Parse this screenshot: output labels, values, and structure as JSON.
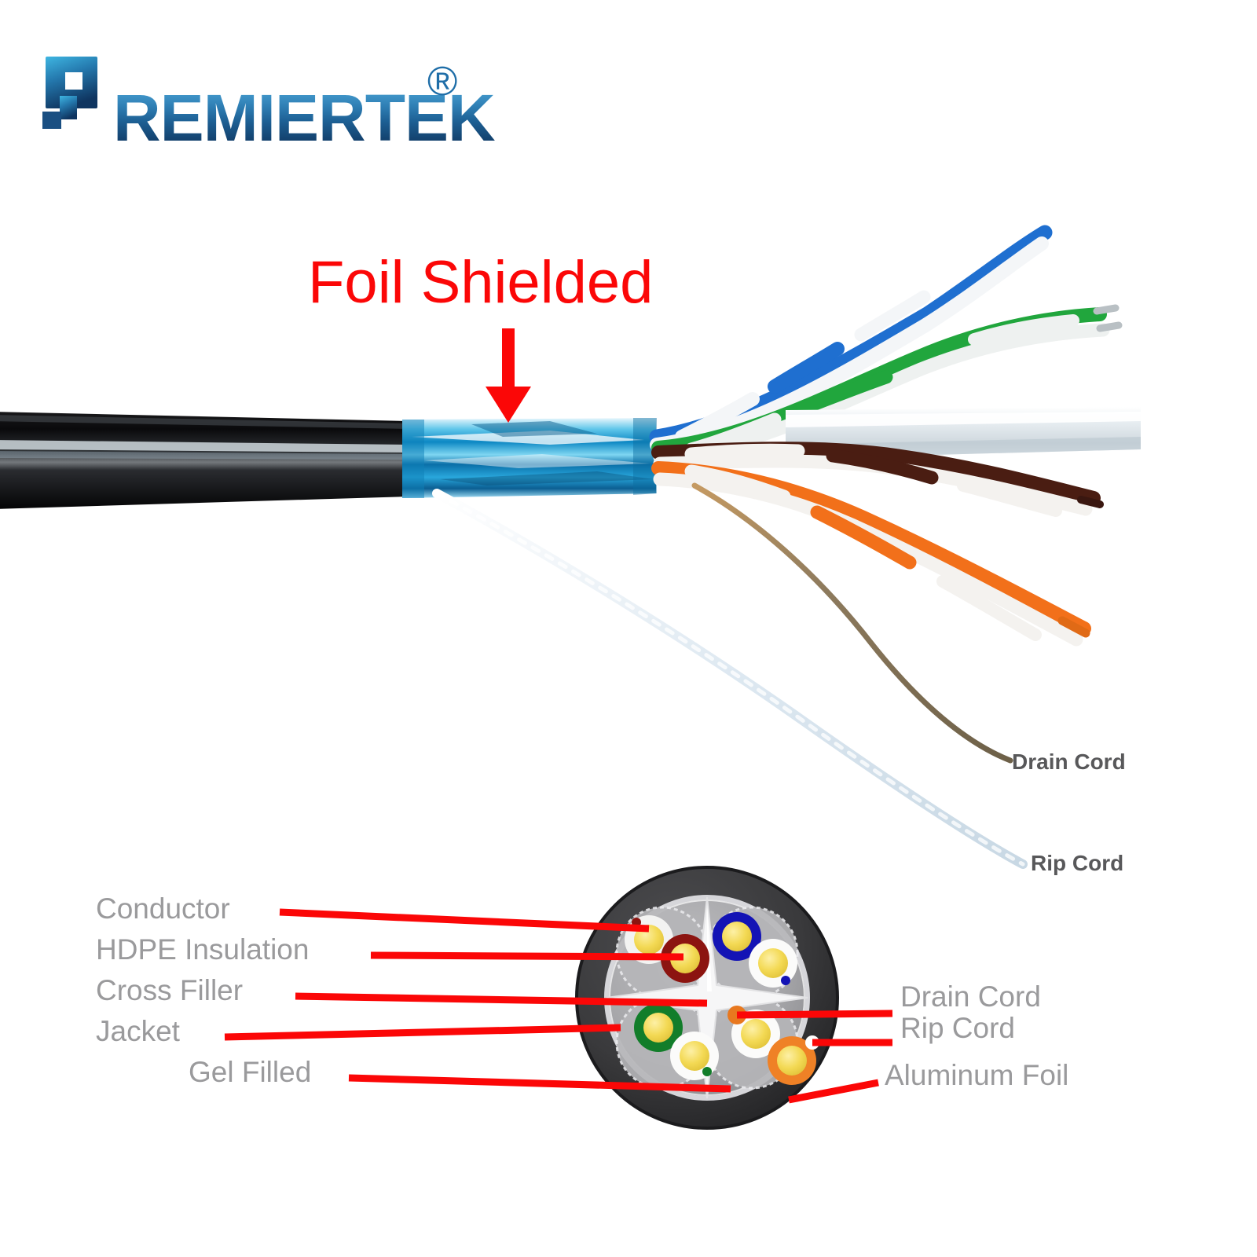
{
  "brand": {
    "mark_name": "premiertek-p-mark",
    "wordmark": "REMIERTEK",
    "registered_symbol": "®",
    "colors": {
      "logo_light": "#4ea8d8",
      "logo_dark": "#123f6b"
    }
  },
  "headline": {
    "text": "Foil Shielded",
    "color": "#fb0707",
    "arrow": "down-arrow"
  },
  "photo": {
    "description": "Cut-away photograph of a gel-filled foil shielded Cat cable",
    "labels": [
      {
        "id": "drain-cord",
        "text": "Drain Cord"
      },
      {
        "id": "rip-cord",
        "text": "Rip Cord"
      }
    ],
    "parts": {
      "jacket_color": "#050506",
      "foil_color": "#12a5dd",
      "separator_color": "#d8dee3",
      "drain_cord_color": "#8d7a5d",
      "rip_cord_color": "#dfeaf2",
      "pairs": [
        {
          "name": "blue-pair",
          "color": "#1f6fd0",
          "mate": "#f2f4f6"
        },
        {
          "name": "green-pair",
          "color": "#21a63d",
          "mate": "#eef1f0"
        },
        {
          "name": "brown-pair",
          "color": "#4a1d12",
          "mate": "#f4f2ef"
        },
        {
          "name": "orange-pair",
          "color": "#f2701a",
          "mate": "#f4f2ef"
        }
      ]
    }
  },
  "cross_section": {
    "title": "cable-cross-section",
    "jacket_color": "#3a3a3c",
    "gel_color": "#a8a8ab",
    "cross_filler_color": "#f4f4f4",
    "conductor_color": "#f2d44e",
    "left_labels": [
      {
        "id": "conductor",
        "text": "Conductor"
      },
      {
        "id": "hdpe-insulation",
        "text": "HDPE Insulation"
      },
      {
        "id": "cross-filler",
        "text": "Cross Filler"
      },
      {
        "id": "jacket",
        "text": "Jacket"
      },
      {
        "id": "gel-filled",
        "text": "Gel Filled"
      }
    ],
    "right_labels": [
      {
        "id": "drain-cord",
        "text": "Drain Cord"
      },
      {
        "id": "rip-cord",
        "text": "Rip Cord"
      },
      {
        "id": "aluminum-foil",
        "text": "Aluminum Foil"
      }
    ],
    "pairs": [
      {
        "name": "brown-pair",
        "insulation": "#8c1410",
        "position": "top-left"
      },
      {
        "name": "blue-pair",
        "insulation": "#1313b5",
        "position": "top-right"
      },
      {
        "name": "green-pair",
        "insulation": "#127d2a",
        "position": "bottom-left"
      },
      {
        "name": "orange-pair",
        "insulation": "#ef8126",
        "position": "bottom-right"
      }
    ],
    "drain_cord_dot_color": "#e8781f",
    "rip_cord_dot_color": "#ffffff",
    "leader_color": "#fb0707"
  }
}
